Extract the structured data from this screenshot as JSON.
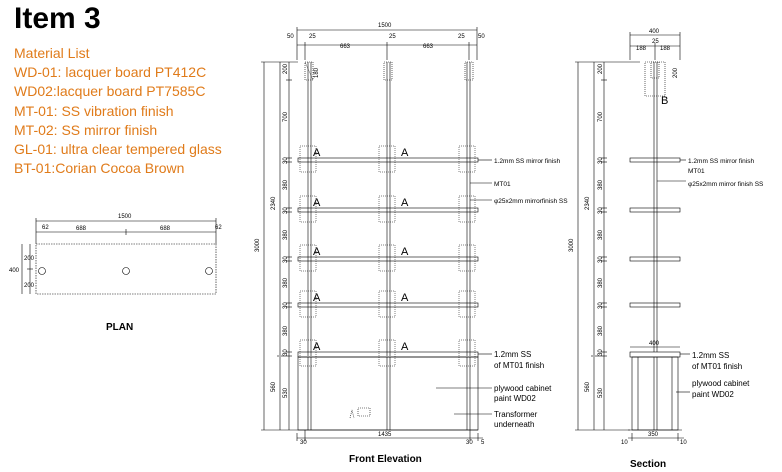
{
  "title": "Item 3",
  "material_list": {
    "heading": "Material List",
    "items": [
      "WD-01: lacquer board PT412C",
      "WD02:lacquer board PT7585C",
      "MT-01: SS vibration finish",
      "MT-02: SS mirror finish",
      "GL-01: ultra clear tempered glass",
      "BT-01:Corian Cocoa Brown"
    ]
  },
  "colors": {
    "materials": "#e07b1a",
    "lines": "#000000"
  },
  "plan": {
    "caption": "PLAN",
    "dims": {
      "total": "1500",
      "left": "688",
      "right": "688",
      "edge_l": "62",
      "edge_r": "62",
      "depth": "400",
      "half_a": "200",
      "half_b": "200"
    }
  },
  "front": {
    "caption": "Front Elevation",
    "dims": {
      "total": "1500",
      "gap_a": "663",
      "gap_b": "663",
      "e1": "50",
      "e2": "25",
      "e3": "25",
      "e4": "25",
      "e5": "50",
      "height": "3000",
      "upper": "2340",
      "base": "560",
      "base_in": "530",
      "seg_top": "700",
      "seg": "380",
      "shelf": "30",
      "top_s": "200",
      "top_t": "180",
      "bottom": "1435",
      "bot_l": "30",
      "bot_r": "30",
      "bot_e": "5"
    },
    "section_marks": [
      "A",
      "A",
      "A",
      "A",
      "A",
      "A",
      "A",
      "A",
      "A",
      "A"
    ],
    "notes": [
      "1.2mm SS  mirror finish",
      "MT01",
      "φ25x2mm mirrorfinish SS",
      "1.2mm SS",
      "of MT01 finish",
      "plywood cabinet",
      "paint WD02",
      "Transformer",
      "underneath"
    ]
  },
  "section": {
    "caption": "Section",
    "mark": "B",
    "dims": {
      "top": "400",
      "half_a": "188",
      "half_b": "188",
      "pole": "25",
      "top_s": "200",
      "top_t": "200",
      "height": "3000",
      "upper": "2340",
      "base": "560",
      "base_in": "530",
      "seg_top": "700",
      "seg": "380",
      "shelf": "30",
      "cab_top": "400",
      "bottom": "350",
      "bot_l": "10",
      "bot_r": "10"
    },
    "notes": [
      "1.2mm SS  mirror finish",
      "MT01",
      "φ25x2mm mirror finish SS",
      "1.2mm SS",
      "of MT01 finish",
      "plywood cabinet",
      "paint WD02"
    ]
  }
}
